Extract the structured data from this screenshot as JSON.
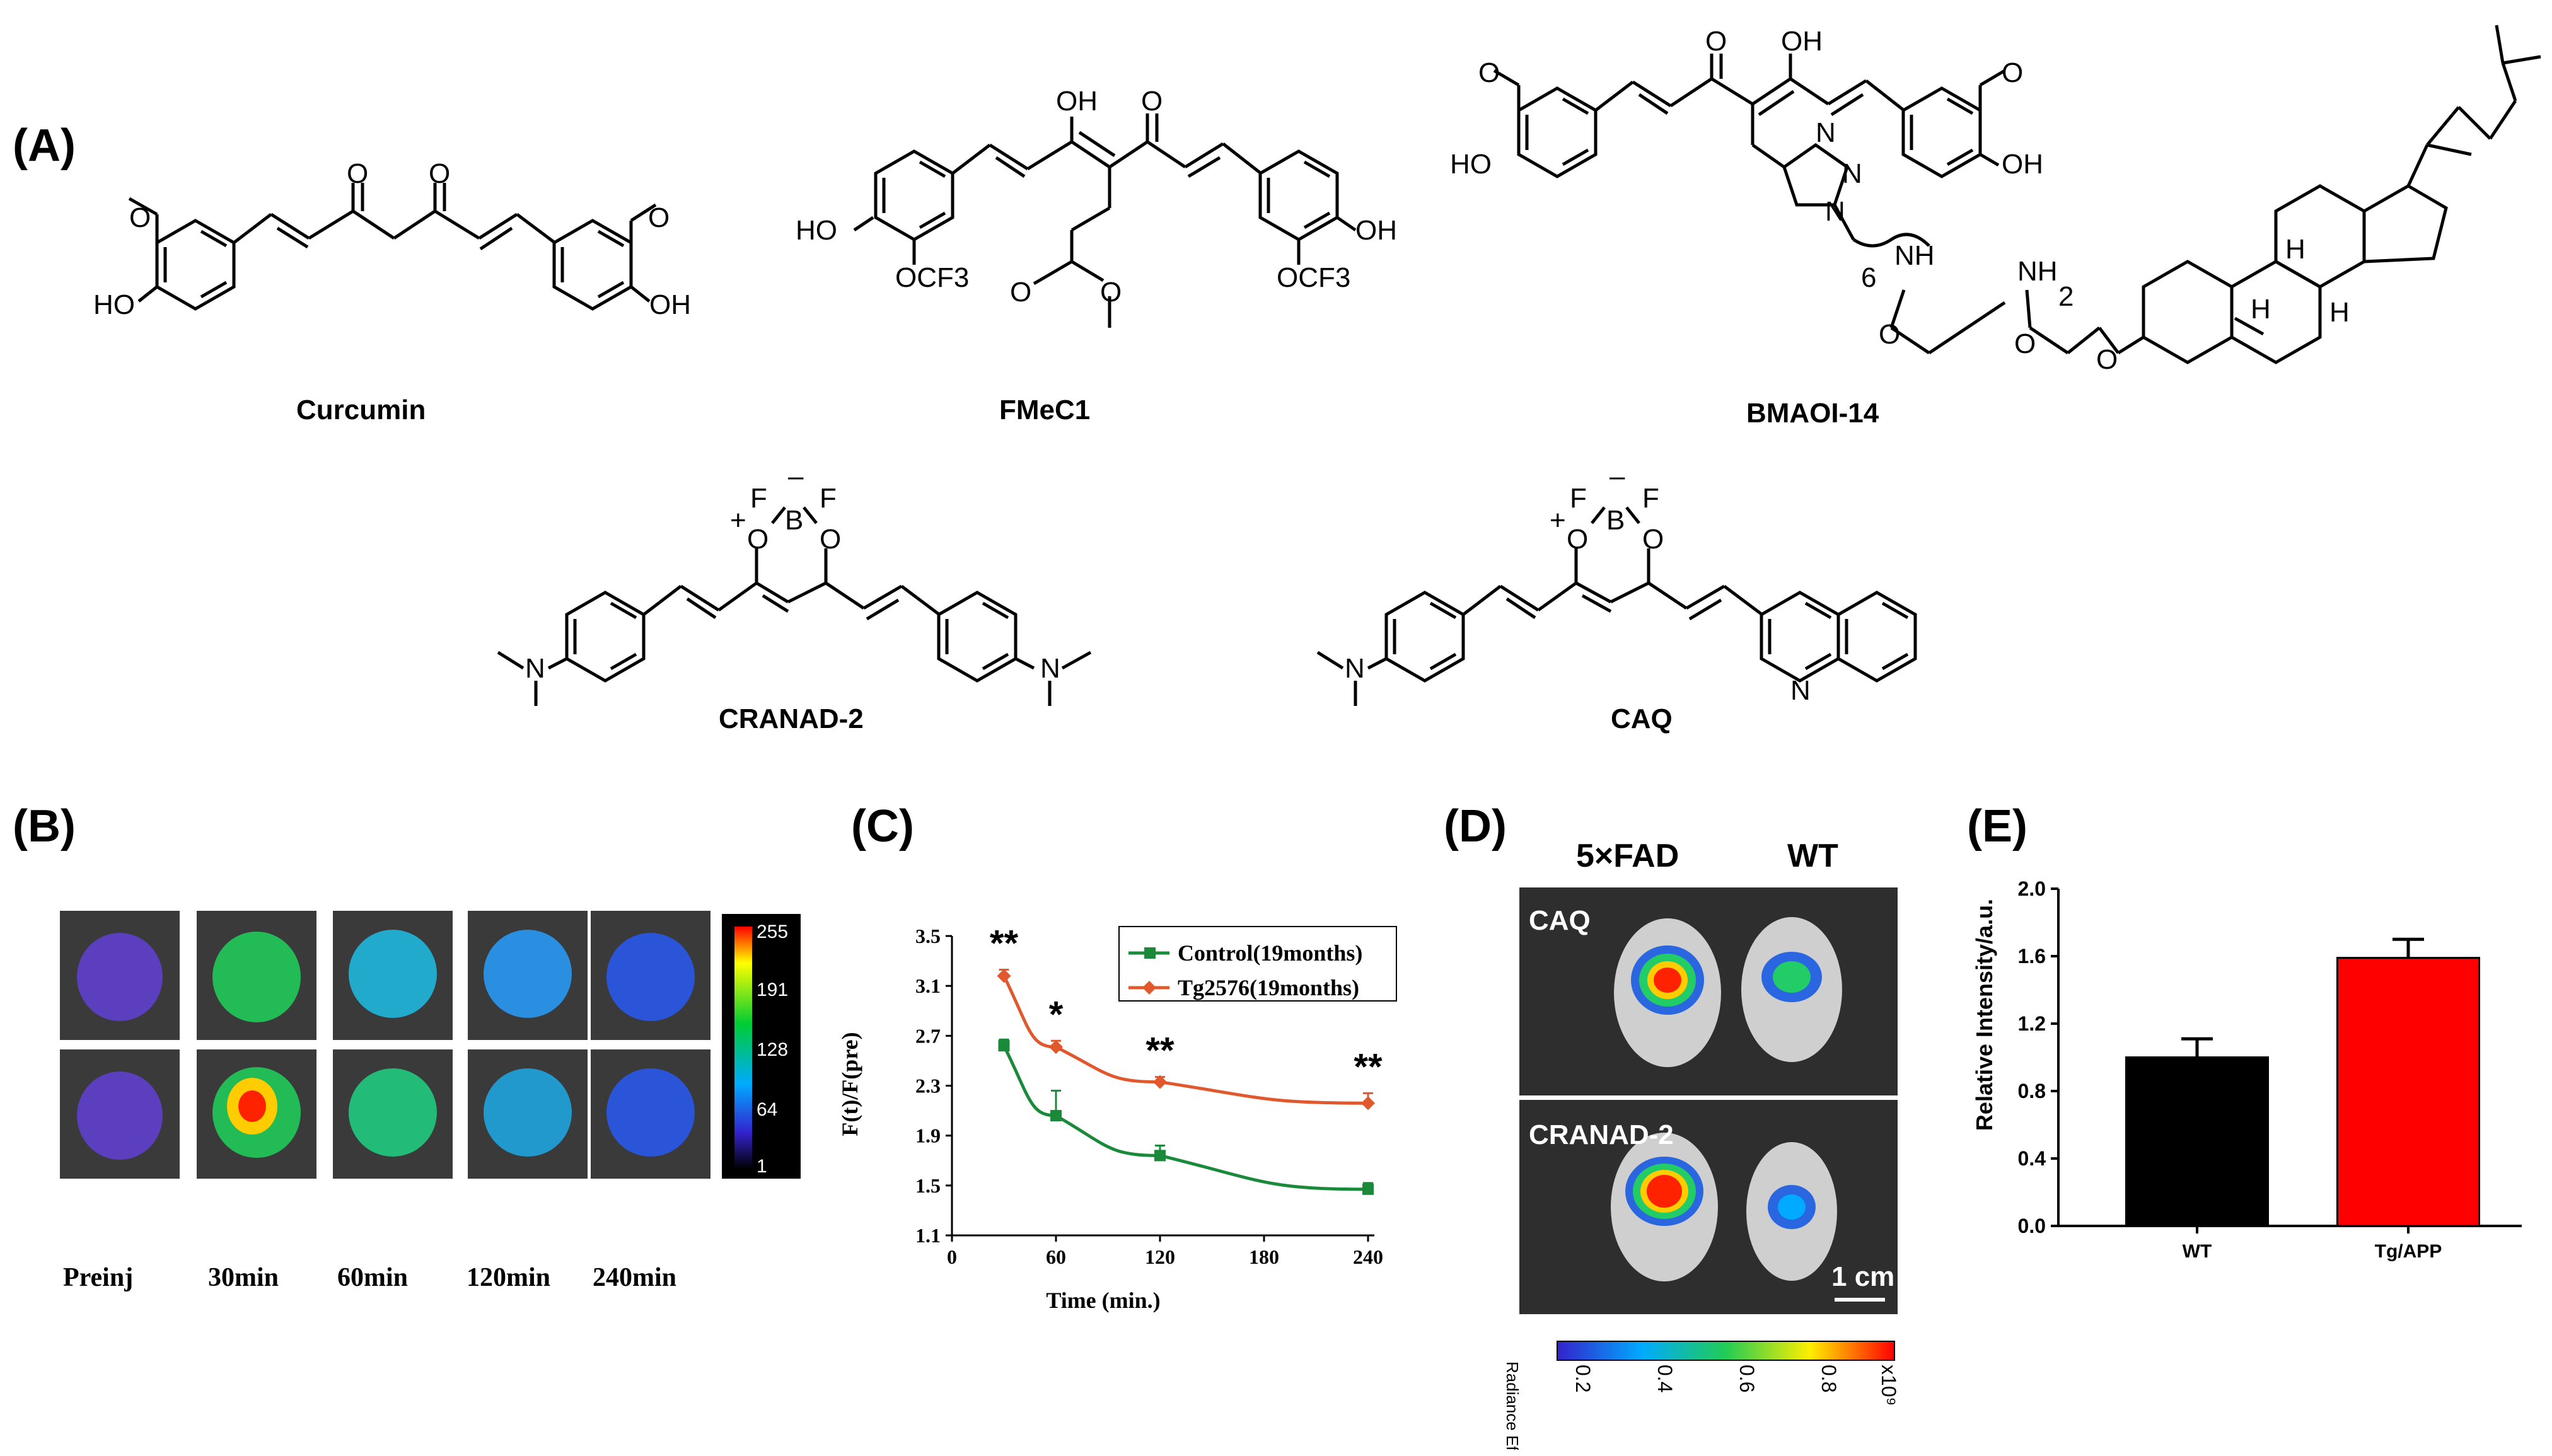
{
  "panels": {
    "A": "(A)",
    "B": "(B)",
    "C": "(C)",
    "D": "(D)",
    "E": "(E)"
  },
  "compounds": {
    "curcumin": "Curcumin",
    "fmec1": "FMeC1",
    "bmaoi": "BMAOI-14",
    "cranad2": "CRANAD-2",
    "caq": "CAQ"
  },
  "atoms": {
    "O": "O",
    "OH": "OH",
    "HO": "HO",
    "OCF3": "OCF3",
    "NH": "NH",
    "N": "N",
    "H": "H",
    "F": "F",
    "B": "B",
    "minus": "–",
    "plus": "+",
    "n6": "6",
    "n2": "2"
  },
  "panel_b": {
    "time_labels": [
      "Preinj",
      "30min",
      "60min",
      "120min",
      "240min"
    ],
    "colorbar_ticks": [
      "255",
      "191",
      "128",
      "64",
      "1"
    ]
  },
  "panel_d": {
    "col_labels": [
      "5×FAD",
      "WT"
    ],
    "row_labels": [
      "CAQ",
      "CRANAD-2"
    ],
    "scalebar": "1 cm",
    "colorbar_title": "Radiance Efficiency",
    "colorbar_ticks": [
      "0.2",
      "0.4",
      "0.6",
      "0.8"
    ],
    "colorbar_multiplier": "x10⁹"
  },
  "chart_data": [
    {
      "type": "line",
      "panel": "C",
      "x": [
        30,
        60,
        120,
        240
      ],
      "series": [
        {
          "name": "Control(19months)",
          "color": "#1a8a3a",
          "values": [
            2.62,
            2.06,
            1.74,
            1.47
          ],
          "errors": [
            0.05,
            0.2,
            0.08,
            0.05
          ]
        },
        {
          "name": "Tg2576(19months)",
          "color": "#e0582c",
          "values": [
            3.18,
            2.61,
            2.33,
            2.16
          ],
          "errors": [
            0.05,
            0.05,
            0.04,
            0.08
          ]
        }
      ],
      "significance": [
        {
          "x": 30,
          "label": "**"
        },
        {
          "x": 60,
          "label": "*"
        },
        {
          "x": 120,
          "label": "**"
        },
        {
          "x": 240,
          "label": "**"
        }
      ],
      "xlabel": "Time (min.)",
      "ylabel": "F(t)/F(pre)",
      "xticks": [
        0,
        60,
        120,
        180,
        240
      ],
      "yticks": [
        1.1,
        1.5,
        1.9,
        2.3,
        2.7,
        3.1,
        3.5
      ],
      "xlim": [
        0,
        240
      ],
      "ylim": [
        1.1,
        3.5
      ],
      "legend": "top-right"
    },
    {
      "type": "bar",
      "panel": "E",
      "categories": [
        "WT",
        "Tg/APP"
      ],
      "values": [
        1.0,
        1.59
      ],
      "errors": [
        0.11,
        0.11
      ],
      "colors": [
        "#000000",
        "#ff0000"
      ],
      "ylabel": "Relative Intensity/a.u.",
      "yticks": [
        "0.0",
        "0.4",
        "0.8",
        "1.2",
        "1.6",
        "2.0"
      ],
      "ylim": [
        0,
        2.0
      ]
    }
  ]
}
